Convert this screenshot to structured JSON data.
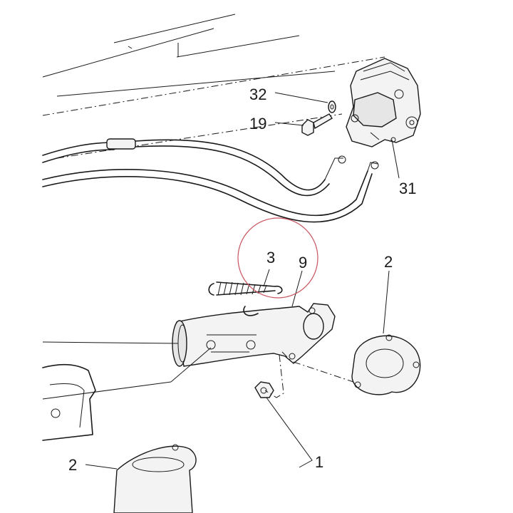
{
  "callouts": {
    "c32": "32",
    "c19": "19",
    "c31": "31",
    "c3": "3",
    "c9": "9",
    "c2_right": "2",
    "c1": "1",
    "c2_bottom": "2"
  },
  "colors": {
    "line": "#1a1a1a",
    "highlight_circle": "#c8545e",
    "shade": "#e6e6e6"
  }
}
